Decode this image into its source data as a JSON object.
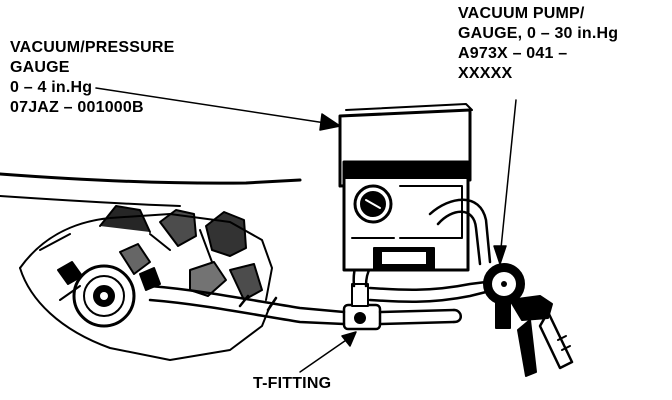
{
  "labels": {
    "gauge": {
      "line1": "VACUUM/PRESSURE",
      "line2": "GAUGE",
      "line3": "0 – 4 in.Hg",
      "line4": "07JAZ – 001000B"
    },
    "pump": {
      "line1": "VACUUM PUMP/",
      "line2": "GAUGE, 0 – 30 in.Hg",
      "line3": "A973X – 041 –",
      "line4": "XXXXX"
    },
    "tee": "T-FITTING"
  },
  "colors": {
    "ink": "#000000",
    "paper": "#ffffff"
  }
}
